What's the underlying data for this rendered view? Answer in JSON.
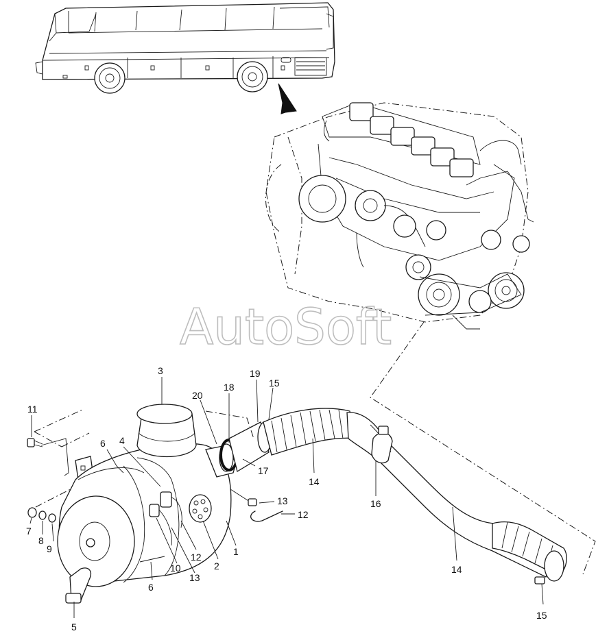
{
  "watermark": "AutoSoft",
  "callouts": [
    {
      "id": "c1",
      "text": "1"
    },
    {
      "id": "c2",
      "text": "2"
    },
    {
      "id": "c3",
      "text": "3"
    },
    {
      "id": "c4",
      "text": "4"
    },
    {
      "id": "c5",
      "text": "5"
    },
    {
      "id": "c6a",
      "text": "6"
    },
    {
      "id": "c6b",
      "text": "6"
    },
    {
      "id": "c7",
      "text": "7"
    },
    {
      "id": "c8",
      "text": "8"
    },
    {
      "id": "c9",
      "text": "9"
    },
    {
      "id": "c10",
      "text": "10"
    },
    {
      "id": "c11",
      "text": "11"
    },
    {
      "id": "c12a",
      "text": "12"
    },
    {
      "id": "c12b",
      "text": "12"
    },
    {
      "id": "c13a",
      "text": "13"
    },
    {
      "id": "c13b",
      "text": "13"
    },
    {
      "id": "c14a",
      "text": "14"
    },
    {
      "id": "c14b",
      "text": "14"
    },
    {
      "id": "c15a",
      "text": "15"
    },
    {
      "id": "c15b",
      "text": "15"
    },
    {
      "id": "c16",
      "text": "16"
    },
    {
      "id": "c17",
      "text": "17"
    },
    {
      "id": "c18",
      "text": "18"
    },
    {
      "id": "c19",
      "text": "19"
    },
    {
      "id": "c20",
      "text": "20"
    }
  ]
}
